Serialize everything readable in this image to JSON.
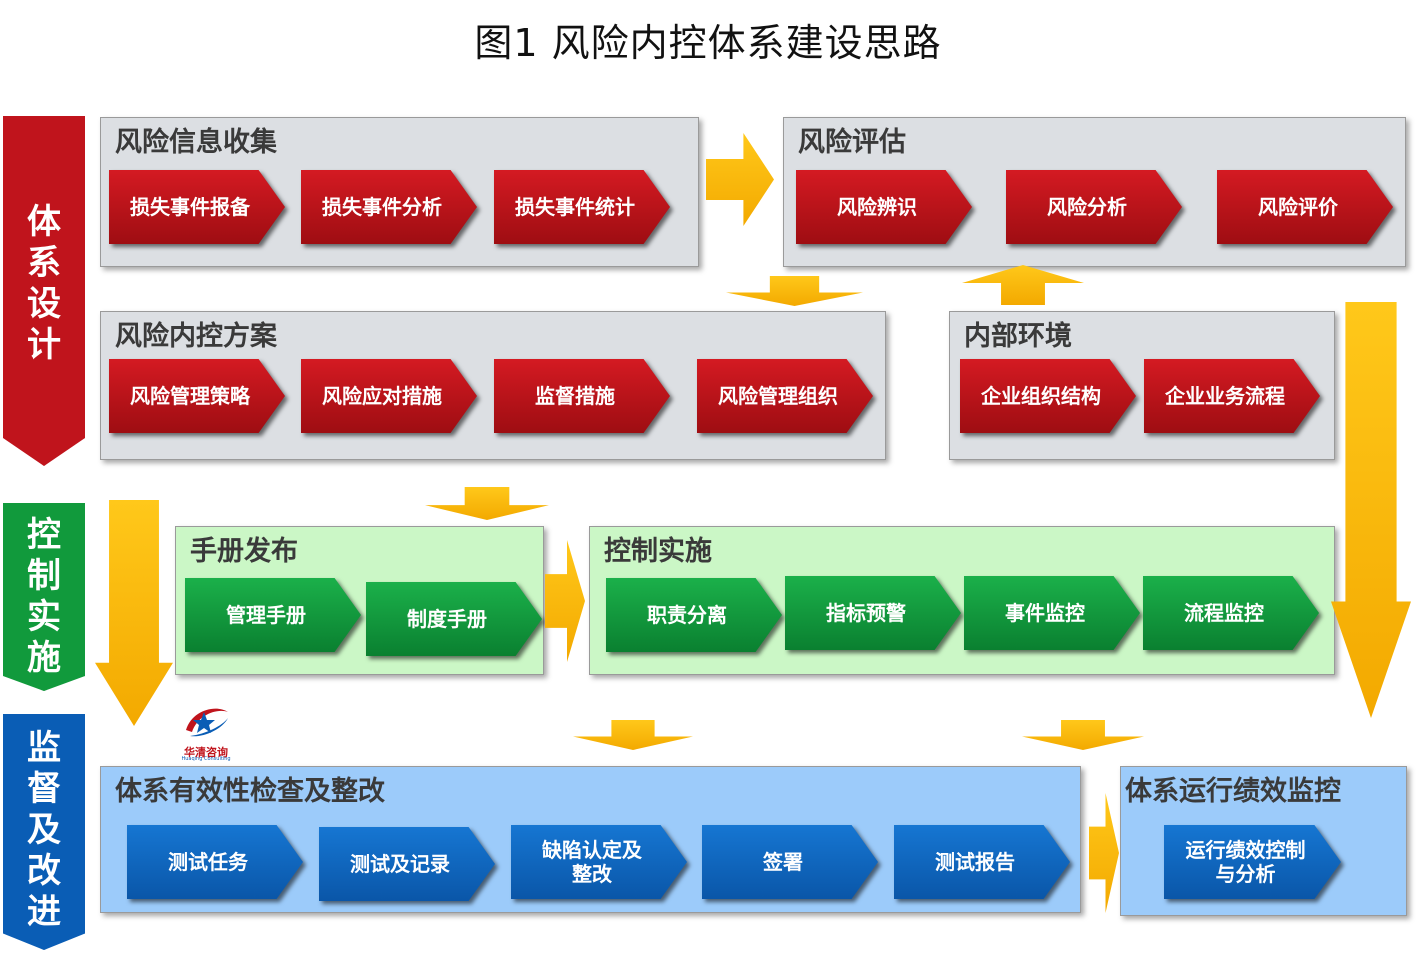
{
  "title": "图1  风险内控体系建设思路",
  "stages": {
    "design": [
      "体",
      "系",
      "设",
      "计"
    ],
    "implementation": [
      "控",
      "制",
      "实",
      "施"
    ],
    "monitoring": [
      "监",
      "督",
      "及",
      "改",
      "进"
    ]
  },
  "panels": {
    "info_collection": {
      "title": "风险信息收集",
      "items": [
        "损失事件报备",
        "损失事件分析",
        "损失事件统计"
      ]
    },
    "risk_assessment": {
      "title": "风险评估",
      "items": [
        "风险辨识",
        "风险分析",
        "风险评价"
      ]
    },
    "control_plan": {
      "title": "风险内控方案",
      "items": [
        "风险管理策略",
        "风险应对措施",
        "监督措施",
        "风险管理组织"
      ]
    },
    "internal_env": {
      "title": "内部环境",
      "items": [
        "企业组织结构",
        "企业业务流程"
      ]
    },
    "manual_release": {
      "title": "手册发布",
      "items": [
        "管理手册",
        "制度手册"
      ]
    },
    "control_impl": {
      "title": "控制实施",
      "items": [
        "职责分离",
        "指标预警",
        "事件监控",
        "流程监控"
      ]
    },
    "effectiveness": {
      "title": "体系有效性检查及整改",
      "items": [
        "测试任务",
        "测试及记录",
        "缺陷认定及整改",
        "签署",
        "测试报告"
      ]
    },
    "performance": {
      "title": "体系运行绩效监控",
      "items": [
        "运行绩效控制与分析"
      ]
    }
  },
  "logo": {
    "name": "华清咨询",
    "subtitle": "Huaqing Consulting"
  },
  "colors": {
    "red": "#c0141c",
    "green": "#119a3c",
    "blue": "#0a5db5",
    "arrow": "#f6b400"
  }
}
